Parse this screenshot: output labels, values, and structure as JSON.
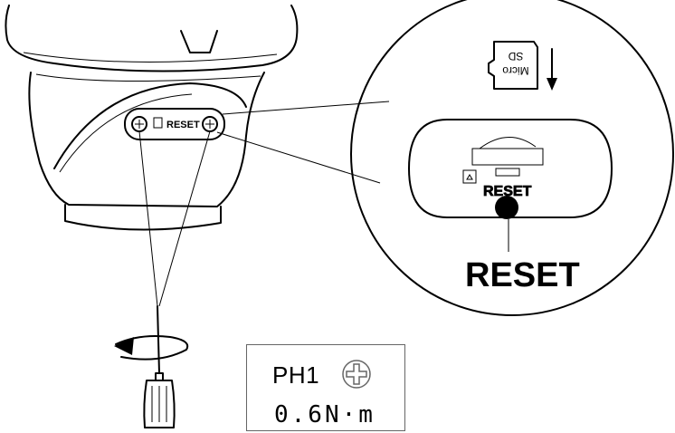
{
  "camera": {
    "small_reset_text": "RESET"
  },
  "zoom_panel": {
    "sd_card_line1": "SD",
    "sd_card_line2": "Micro",
    "slot_reset_text": "RESET",
    "reset_label": "RESET"
  },
  "torque_spec": {
    "bit_label": "PH1",
    "torque_value": "0.6N·m",
    "bit_icon": "phillips-cross-icon"
  }
}
